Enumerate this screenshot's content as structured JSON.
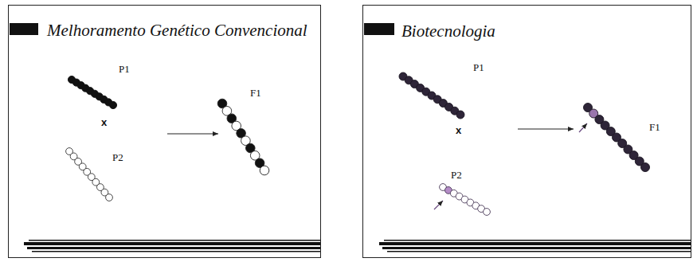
{
  "diagram": {
    "nodes": [
      {
        "text": [
          "Melhoramento Genético Convencional"
        ]
      },
      {
        "text": [
          "Biotecnologia"
        ]
      }
    ],
    "labels": [
      "P1",
      "x",
      "P2",
      "F1",
      "P1",
      "x",
      "P2",
      "F1"
    ]
  }
}
